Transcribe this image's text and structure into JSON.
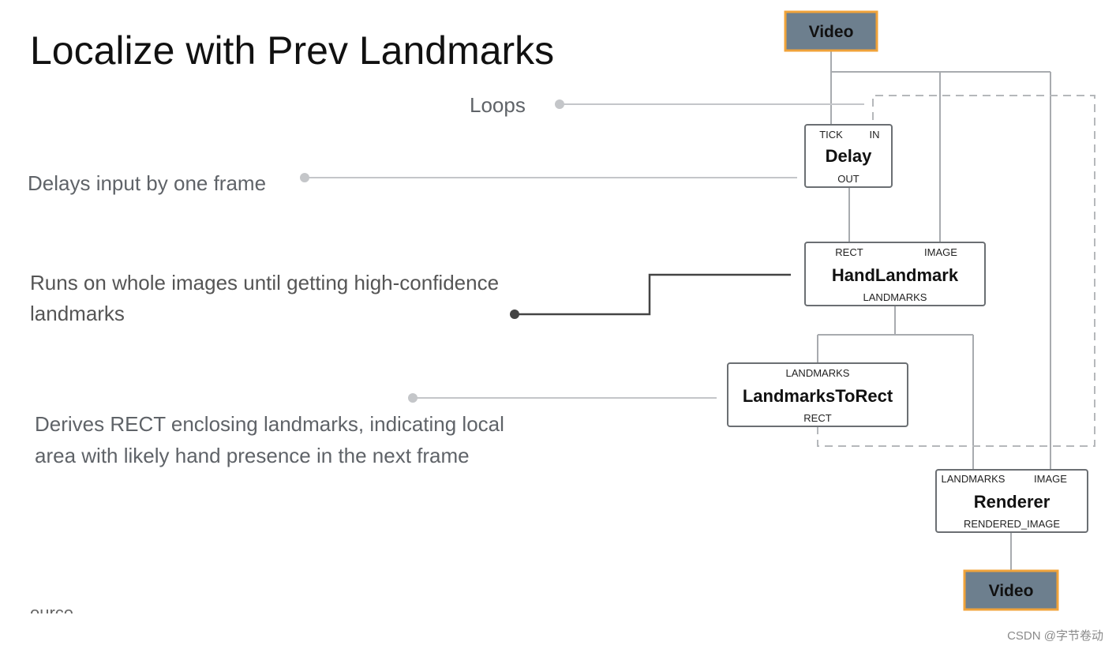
{
  "slide": {
    "title": "Localize with Prev Landmarks",
    "footer_cutoff": "ource",
    "watermark": "CSDN @字节卷动"
  },
  "annotations": {
    "loops": "Loops",
    "delay": "Delays input by one frame",
    "handlandmark_line1": "Runs on whole images until getting high-confidence",
    "handlandmark_line2": "landmarks",
    "rect_line1": "Derives RECT enclosing landmarks, indicating local",
    "rect_line2": "area with likely hand presence in the next frame"
  },
  "nodes": {
    "video_in": {
      "label": "Video"
    },
    "delay": {
      "title": "Delay",
      "in_ports": [
        "TICK",
        "IN"
      ],
      "out_ports": [
        "OUT"
      ]
    },
    "handlandmark": {
      "title": "HandLandmark",
      "in_ports": [
        "RECT",
        "IMAGE"
      ],
      "out_ports": [
        "LANDMARKS"
      ]
    },
    "landmarkstorect": {
      "title": "LandmarksToRect",
      "in_ports": [
        "LANDMARKS"
      ],
      "out_ports": [
        "RECT"
      ]
    },
    "renderer": {
      "title": "Renderer",
      "in_ports": [
        "LANDMARKS",
        "IMAGE"
      ],
      "out_ports": [
        "RENDERED_IMAGE"
      ]
    },
    "video_out": {
      "label": "Video"
    }
  },
  "colors": {
    "video_fill": "#6d7f8e",
    "video_border": "#f0a33a",
    "node_border": "#6b6f73",
    "edge": "#a8abaf"
  }
}
